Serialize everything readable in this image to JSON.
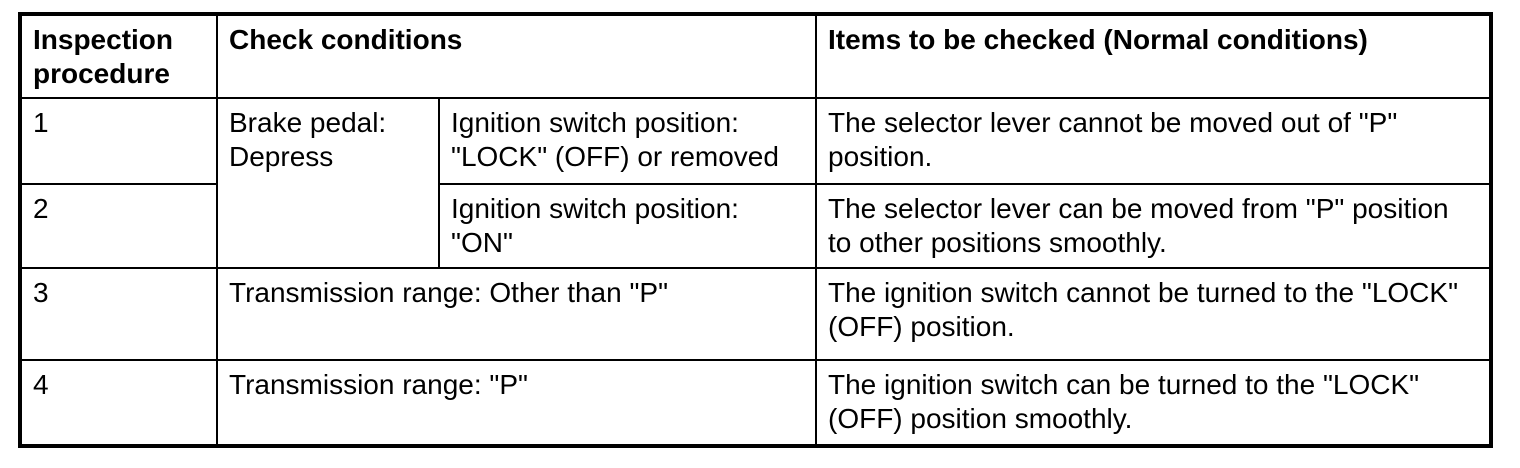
{
  "table": {
    "headers": {
      "inspection_procedure": "Inspection procedure",
      "check_conditions": "Check conditions",
      "items_to_be_checked": "Items to be checked (Normal conditions)"
    },
    "rows": [
      {
        "procedure": "1",
        "condition_primary": "Brake pedal: Depress",
        "condition_secondary": "Ignition switch position: \"LOCK\" (OFF) or removed",
        "item": "The selector lever cannot be moved out of \"P\" position."
      },
      {
        "procedure": "2",
        "condition_secondary": "Ignition switch position: \"ON\"",
        "item": "The selector lever can be moved from \"P\" position to other positions smoothly."
      },
      {
        "procedure": "3",
        "condition_primary": "Transmission range: Other than \"P\"",
        "item": "The ignition switch cannot be turned to the \"LOCK\" (OFF) position."
      },
      {
        "procedure": "4",
        "condition_primary": "Transmission range: \"P\"",
        "item": "The ignition switch can be turned to the \"LOCK\" (OFF) position smoothly."
      }
    ]
  }
}
